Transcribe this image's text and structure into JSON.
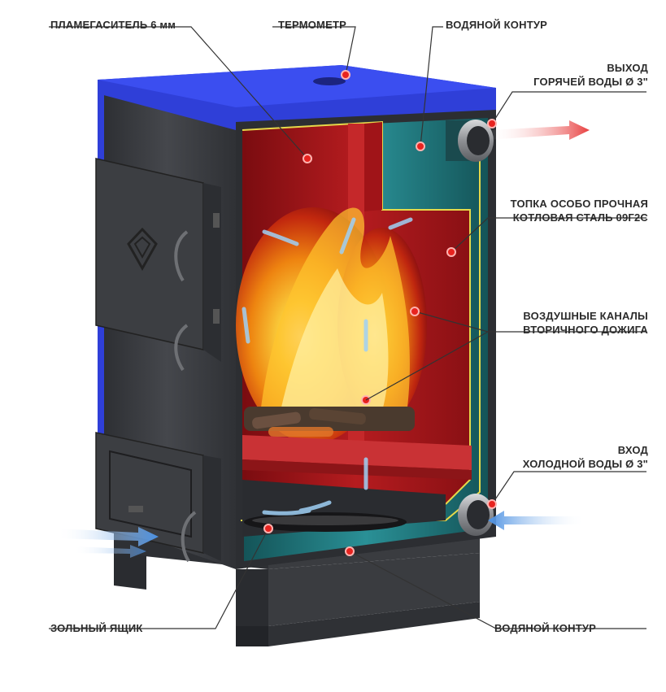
{
  "callouts": {
    "flame_arrester": "ПЛАМЕГАСИТЕЛЬ 6 мм",
    "thermometer": "ТЕРМОМЕТР",
    "water_jacket_top": "ВОДЯНОЙ КОНТУР",
    "hot_water_outlet": [
      "ВЫХОД",
      "ГОРЯЧЕЙ ВОДЫ Ø 3\""
    ],
    "firebox": [
      "ТОПКА  ОСОБО ПРОЧНАЯ",
      "КОТЛОВАЯ СТАЛЬ 09Г2С"
    ],
    "air_channels": [
      "ВОЗДУШНЫЕ КАНАЛЫ",
      "ВТОРИЧНОГО ДОЖИГА"
    ],
    "cold_water_inlet": [
      "ВХОД",
      "ХОЛОДНОЙ ВОДЫ Ø 3\""
    ],
    "ash_box": "ЗОЛЬНЫЙ ЯЩИК",
    "water_jacket_bottom": "ВОДЯНОЙ КОНТУР"
  },
  "colors": {
    "body_dark": "#3a3c40",
    "top_blue": "#2f3fd8",
    "firebox_red": "#a3161a",
    "water_teal": "#1e6e73",
    "jacket_line": "#e6d84a",
    "marker_red": "#e8231f",
    "leader_line": "#333333",
    "hot_arrow": "#e84040",
    "cold_arrow": "#4a90e2"
  }
}
